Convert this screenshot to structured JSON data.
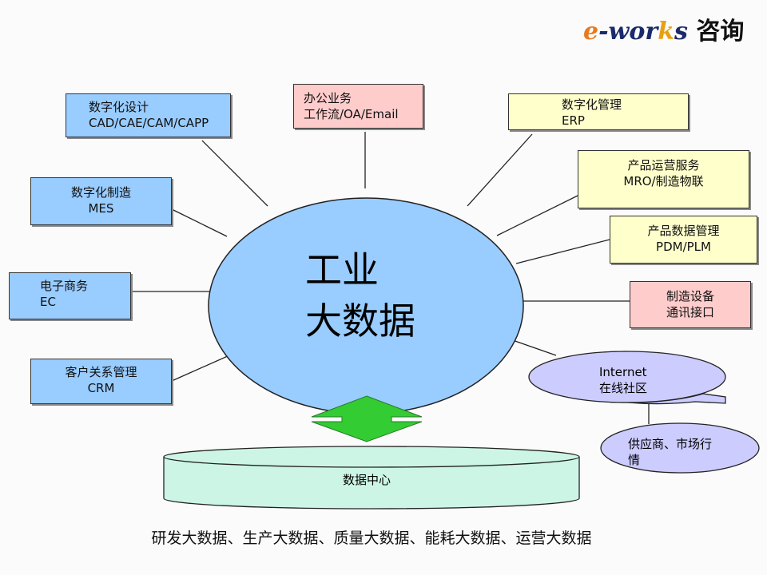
{
  "logo": {
    "brand": "e-works",
    "suffix": "咨询"
  },
  "center": {
    "line1": "工业",
    "line2": "大数据"
  },
  "boxes": {
    "design": {
      "title": "数字化设计",
      "sub": "CAD/CAE/CAM/CAPP"
    },
    "office": {
      "title": "办公业务",
      "sub": "工作流/OA/Email"
    },
    "management": {
      "title": "数字化管理",
      "sub": "ERP"
    },
    "operation": {
      "title": "产品运营服务",
      "sub": "MRO/制造物联"
    },
    "pdm": {
      "title": "产品数据管理",
      "sub": "PDM/PLM"
    },
    "equipment": {
      "title": "制造设备",
      "sub": "通讯接口"
    },
    "manufacturing": {
      "title": "数字化制造",
      "sub": "MES"
    },
    "ecommerce": {
      "title": "电子商务",
      "sub": "EC"
    },
    "crm": {
      "title": "客户关系管理",
      "sub": "CRM"
    }
  },
  "internet": {
    "line1": "Internet",
    "line2": "在线社区"
  },
  "supplier": {
    "line1": "供应商、市场行",
    "line2": "情"
  },
  "datacenter": "数据中心",
  "footer": "研发大数据、生产大数据、质量大数据、能耗大数据、运营大数据"
}
